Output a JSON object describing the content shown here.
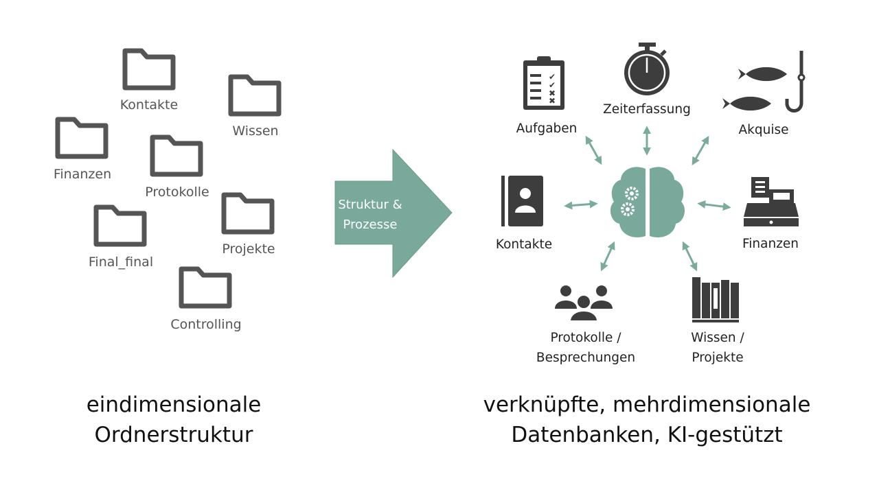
{
  "left": {
    "folders": [
      "Kontakte",
      "Wissen",
      "Finanzen",
      "Protokolle",
      "Projekte",
      "Final_final",
      "Controlling"
    ],
    "caption": [
      "eindimensionale",
      "Ordnerstruktur"
    ]
  },
  "transition": {
    "label": [
      "Struktur &",
      "Prozesse"
    ]
  },
  "right": {
    "nodes": {
      "aufgaben": "Aufgaben",
      "zeiterfassung": "Zeiterfassung",
      "akquise": "Akquise",
      "kontakte": "Kontakte",
      "finanzen": "Finanzen",
      "protokolle": [
        "Protokolle /",
        "Besprechungen"
      ],
      "wissen": [
        "Wissen /",
        "Projekte"
      ]
    },
    "caption": [
      "verknüpfte, mehrdimensionale",
      "Datenbanken, KI-gestützt"
    ]
  },
  "colors": {
    "accent": "#78a99a",
    "icon": "#3d3d3d",
    "folder": "#555555"
  }
}
